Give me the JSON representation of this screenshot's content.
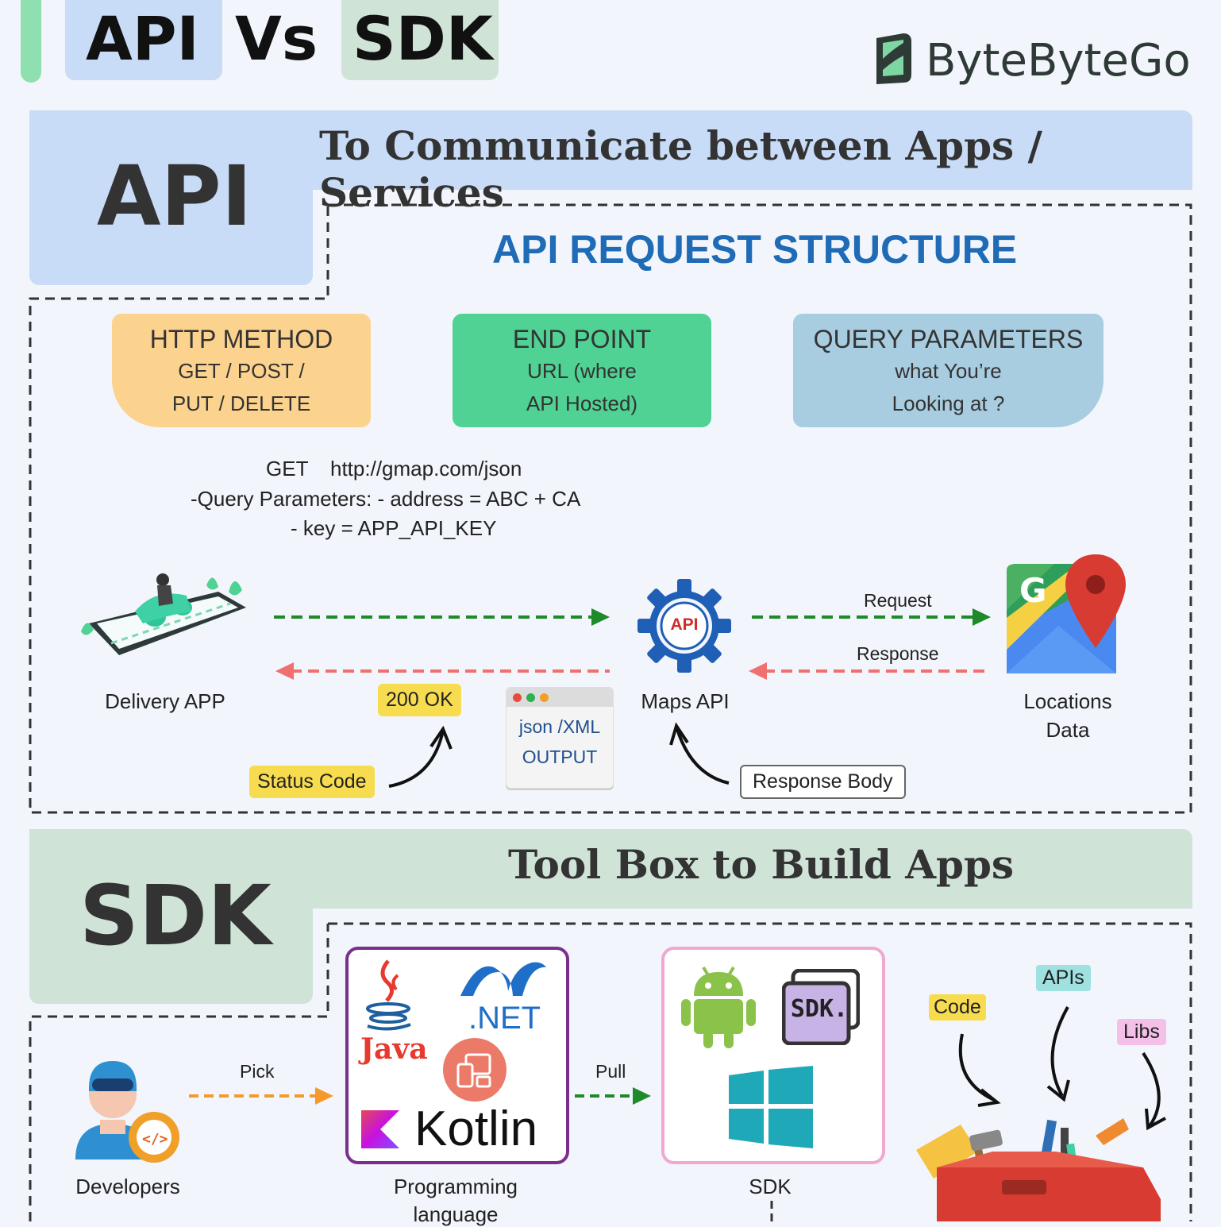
{
  "header": {
    "word_api": "API",
    "word_vs": "Vs",
    "word_sdk": "SDK",
    "brand": "ByteByteGo"
  },
  "api_section": {
    "label": "API",
    "heading": "To Communicate between Apps / Services",
    "structure_title": "API REQUEST STRUCTURE",
    "cards": [
      {
        "title": "HTTP METHOD",
        "line1": "GET / POST /",
        "line2": "PUT / DELETE",
        "color": "#fcd28f"
      },
      {
        "title": "END POINT",
        "line1": "URL (where",
        "line2": "API Hosted)",
        "color": "#4fd294"
      },
      {
        "title": "QUERY PARAMETERS",
        "line1": "what You’re",
        "line2": "Looking at ?",
        "color": "#a8cde0"
      }
    ],
    "request_example": {
      "line1_method": "GET",
      "line1_url": "http://gmap.com/json",
      "line2": "-Query Parameters: - address = ABC + CA",
      "line3": "- key = APP_API_KEY"
    },
    "flow": {
      "delivery_app": "Delivery APP",
      "maps_api": "Maps API",
      "api_badge": "API",
      "locations_line1": "Locations",
      "locations_line2": "Data",
      "request": "Request",
      "response": "Response",
      "status_ok": "200 OK",
      "status_code": "Status Code",
      "output_line1": "json /XML",
      "output_line2": "OUTPUT",
      "response_body": "Response Body"
    },
    "colors": {
      "request_arrow": "#1e8a2a",
      "response_arrow": "#f07070",
      "accent_blue": "#1f6bb5"
    }
  },
  "sdk_section": {
    "label": "SDK",
    "heading": "Tool Box to Build Apps",
    "developers": "Developers",
    "pick": "Pick",
    "pull": "Pull",
    "languages": {
      "java": "Java",
      "net": ".NET",
      "kotlin": "Kotlin"
    },
    "prog_line1": "Programming",
    "prog_line2": "language",
    "sdk_badge": "SDK.",
    "sdk_caption": "SDK",
    "toolbox_tags": {
      "code": "Code",
      "apis": "APIs",
      "libs": "Libs"
    },
    "colors": {
      "pick_arrow": "#f59a2a",
      "pull_arrow": "#1e8a2a",
      "prog_border": "#7a2f8e",
      "sdk_border": "#f0a8d0"
    }
  }
}
